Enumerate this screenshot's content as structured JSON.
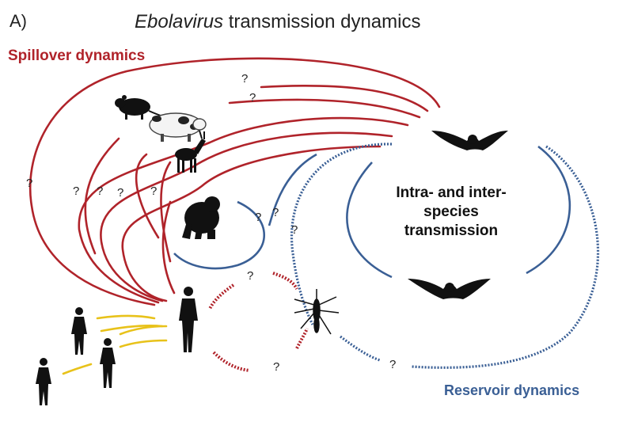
{
  "panel_label": "A)",
  "title_italic": "Ebolavirus",
  "title_rest": " transmission dynamics",
  "spillover_label": "Spillover dynamics",
  "reservoir_label": "Reservoir dynamics",
  "center_lines": [
    "Intra- and inter-",
    "species",
    "transmission"
  ],
  "question_mark": "?",
  "colors": {
    "spillover": "#b0232a",
    "reservoir": "#3a5f95",
    "human": "#e8c21a",
    "silhouette": "#111111"
  },
  "icons": [
    "rodent-icon",
    "pig-icon",
    "antelope-icon",
    "gorilla-icon",
    "bat-icon",
    "mosquito-icon",
    "human-icon"
  ]
}
